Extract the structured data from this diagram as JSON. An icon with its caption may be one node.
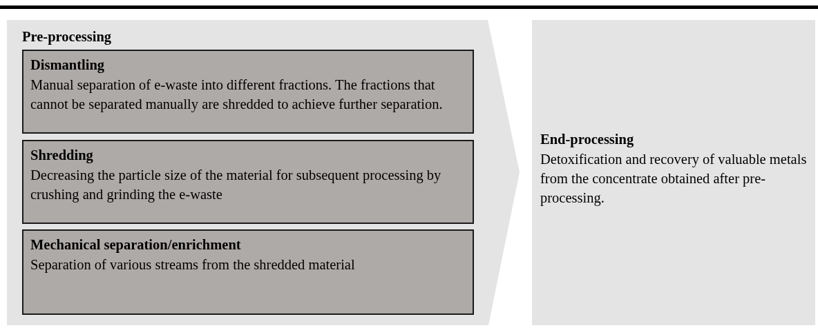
{
  "diagram": {
    "nodes": [
      {
        "text": [
          "Pre-processing"
        ]
      },
      {
        "text": [
          "Dismantling",
          "Manual separation of e-waste into different fractions. The fractions that cannot be separated manually are shredded to achieve further separation."
        ],
        "in": 0
      },
      {
        "text": [
          "Shredding",
          "Decreasing the particle size of the material for subsequent processing by crushing and grinding the e-waste"
        ],
        "in": 0
      },
      {
        "text": [
          "Mechanical separation/enrichment",
          "Separation of various streams from the shredded material"
        ],
        "in": 0
      },
      {
        "text": [
          "End-processing",
          "Detoxification and recovery of valuable metals from the concentrate obtained after pre-processing."
        ]
      }
    ]
  }
}
